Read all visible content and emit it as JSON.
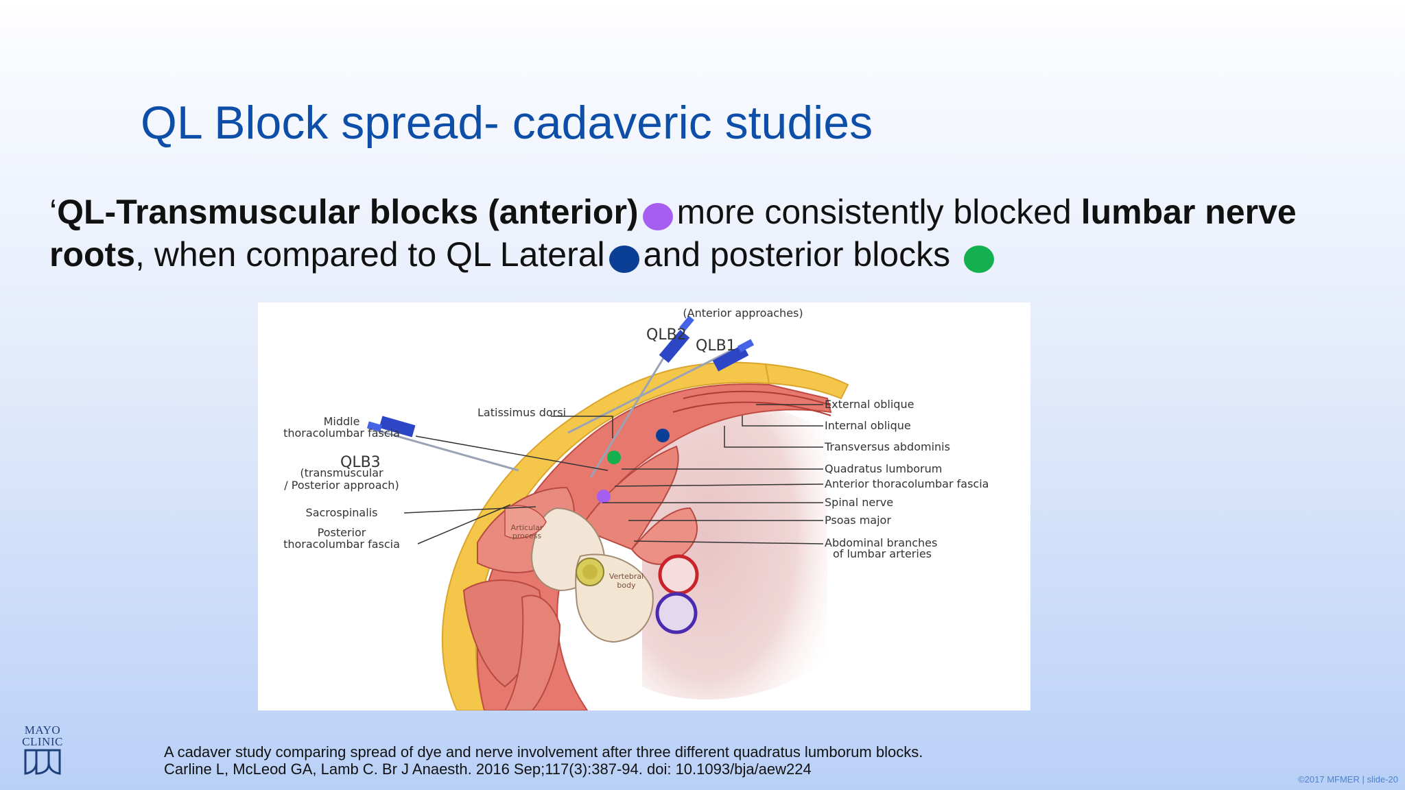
{
  "slide": {
    "title": "QL Block spread- cadaveric studies",
    "body": {
      "quote_mark": "‘",
      "bold_1": "QL-Transmuscular blocks (anterior)",
      "text_1": "more consistently blocked ",
      "bold_2": "lumbar nerve roots",
      "text_2": ", when compared to QL Lateral",
      "text_3": "and posterior blocks"
    },
    "dots": {
      "anterior_color": "#a55ef0",
      "lateral_color": "#0b3f96",
      "posterior_color": "#14b04f"
    }
  },
  "figure": {
    "header": "(Anterior approaches)",
    "qlb2": "QLB2",
    "qlb1": "QLB1",
    "qlb3": "QLB3",
    "qlb3_sub1": "(transmuscular",
    "qlb3_sub2": "/ Posterior approach)",
    "left_labels": {
      "latissimus": "Latissimus dorsi",
      "middle_1": "Middle",
      "middle_2": "thoracolumbar fascia",
      "sacrospinalis": "Sacrospinalis",
      "posterior_1": "Posterior",
      "posterior_2": "thoracolumbar fascia"
    },
    "right_labels": {
      "external_oblique": "External oblique",
      "internal_oblique": "Internal oblique",
      "transversus": "Transversus abdominis",
      "quadratus": "Quadratus lumborum",
      "anterior_fascia": "Anterior thoracolumbar fascia",
      "spinal_nerve": "Spinal nerve",
      "psoas": "Psoas major",
      "abdominal_1": "Abdominal branches",
      "abdominal_2": "of lumbar arteries"
    },
    "inner_labels": {
      "articular_1": "Articular",
      "articular_2": "process",
      "vertebral_1": "Vertebral",
      "vertebral_2": "body"
    }
  },
  "citation": {
    "line1": "A cadaver study comparing spread of dye and nerve involvement after three different quadratus lumborum blocks.",
    "line2": "Carline L, McLeod GA, Lamb C.  Br J Anaesth. 2016 Sep;117(3):387-94. doi: 10.1093/bja/aew224"
  },
  "logo": {
    "line1": "MAYO",
    "line2": "CLINIC"
  },
  "footer": {
    "copyright": "©2017 MFMER  |  slide-20"
  }
}
